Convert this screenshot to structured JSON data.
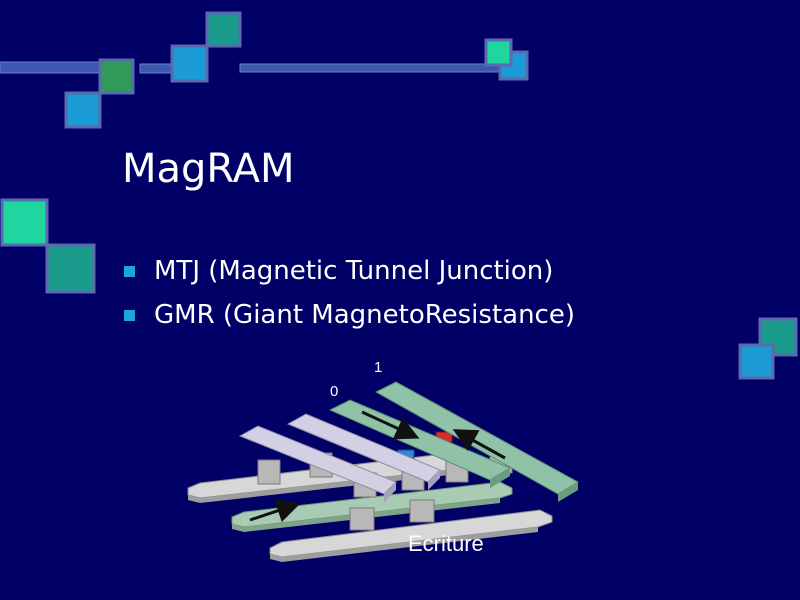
{
  "slide": {
    "title": "MagRAM",
    "bullets": [
      "MTJ (Magnetic Tunnel Junction)",
      "GMR (Giant MagnetoResistance)"
    ]
  },
  "diagram": {
    "bit_label_0": "0",
    "bit_label_1": "1",
    "caption": "Ecriture"
  },
  "colors": {
    "background": "#000066",
    "bullet": "#1aa6d8",
    "square_teal": "#1a9a8a",
    "square_blue": "#1b9ad6",
    "square_green": "#2f9a5a",
    "square_mint": "#1fd6a0",
    "square_border": "#5a6ab0",
    "active_line": "#8fc2a6",
    "inactive_line": "#cfcbe0",
    "bit_1_cell": "#d23030",
    "bit_0_cell": "#2a8ad8"
  },
  "icons": [
    "decorative-square-pattern",
    "magnetization-arrow-icon"
  ]
}
